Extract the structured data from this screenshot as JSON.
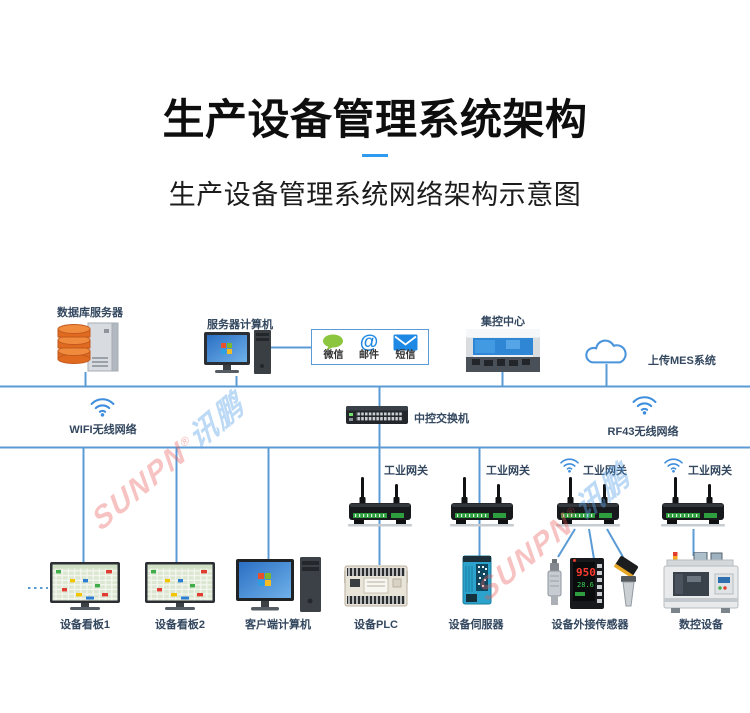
{
  "header": {
    "title": "生产设备管理系统架构",
    "subtitle": "生产设备管理系统网络架构示意图"
  },
  "watermark": {
    "brand": "SUNPN",
    "reg": "®",
    "cn": "讯鹏"
  },
  "colors": {
    "line": "#5B9BD5",
    "divider": "#2E9FF0",
    "label": "#33475F"
  },
  "nodes": {
    "database_server": {
      "label": "数据库服务器",
      "icon": "database-server-icon"
    },
    "server_computer": {
      "label": "服务器计算机",
      "icon": "desktop-computer-icon"
    },
    "message_channels": {
      "items": [
        {
          "label": "微信",
          "icon": "wechat-bubble-icon"
        },
        {
          "label": "邮件",
          "icon": "at-email-icon",
          "glyph": "@"
        },
        {
          "label": "短信",
          "icon": "sms-envelope-icon"
        }
      ]
    },
    "control_center": {
      "label": "集控中心",
      "icon": "control-room-image"
    },
    "mes_cloud": {
      "label": "上传MES系统",
      "icon": "cloud-icon"
    },
    "wifi_network": {
      "label": "WIFI无线网络",
      "icon": "wifi-icon"
    },
    "central_switch": {
      "label": "中控交换机",
      "icon": "network-switch-icon"
    },
    "rf43_network": {
      "label": "RF43无线网络",
      "icon": "wifi-icon"
    },
    "gateways": [
      {
        "label": "工业网关",
        "wireless": false
      },
      {
        "label": "工业网关",
        "wireless": false
      },
      {
        "label": "工业网关",
        "wireless": true
      },
      {
        "label": "工业网关",
        "wireless": true
      }
    ],
    "devices": [
      {
        "label": "设备看板1",
        "icon": "dashboard-monitor-icon"
      },
      {
        "label": "设备看板2",
        "icon": "dashboard-monitor-icon"
      },
      {
        "label": "客户端计算机",
        "icon": "desktop-computer-icon"
      },
      {
        "label": "设备PLC",
        "icon": "plc-icon"
      },
      {
        "label": "设备伺服器",
        "icon": "servo-drive-icon"
      },
      {
        "label": "设备外接传感器",
        "icon": "sensors-icon"
      },
      {
        "label": "数控设备",
        "icon": "cnc-machine-icon"
      }
    ]
  }
}
